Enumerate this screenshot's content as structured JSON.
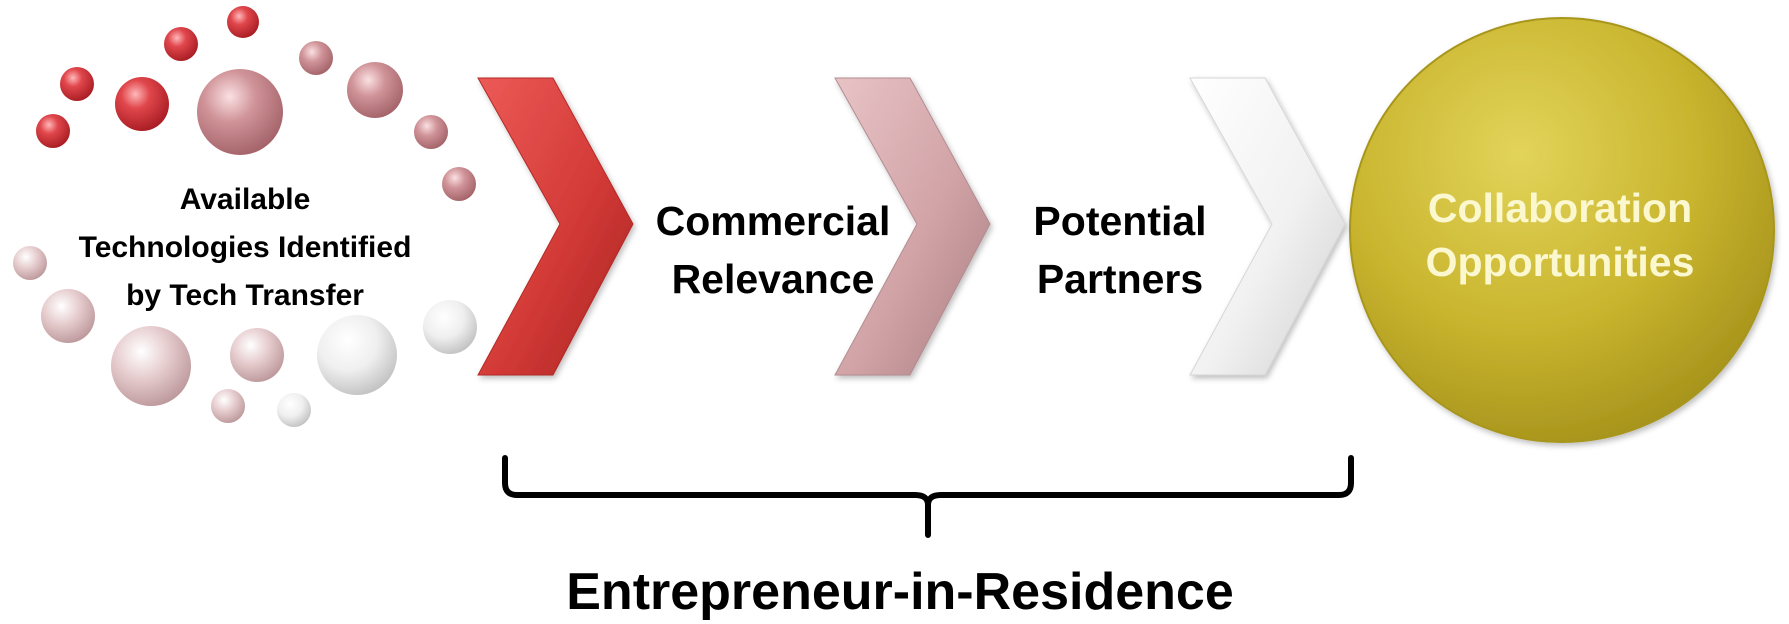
{
  "diagram": {
    "source_label": [
      "Available",
      "Technologies Identified",
      "by Tech Transfer"
    ],
    "steps": [
      {
        "label": [
          "Commercial",
          "Relevance"
        ],
        "chevron_color": "#d9443f"
      },
      {
        "label": [
          "Potential",
          "Partners"
        ],
        "chevron_color": "#d4a8ab"
      }
    ],
    "final_chevron_color": "#f2f2f2",
    "goal": {
      "label": [
        "Collaboration",
        "Opportunities"
      ],
      "fill_color": "#c9b52e",
      "text_color": "#fbf7cf"
    },
    "bracket_label": "Entrepreneur-in-Residence"
  },
  "colors": {
    "bubble_red": "#c9343a",
    "bubble_rose": "#c4888d",
    "bubble_pale": "#e3cbcd",
    "bubble_white": "#ececec",
    "text": "#000000"
  }
}
